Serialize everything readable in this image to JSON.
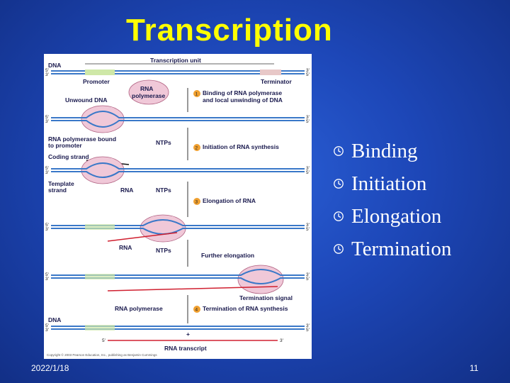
{
  "slide": {
    "title": "Transcription",
    "date": "2022/1/18",
    "page_number": "11",
    "bullet_icon": "clock-icon",
    "bullets": [
      "Binding",
      "Initiation",
      "Elongation",
      "Termination"
    ],
    "colors": {
      "title": "#ffff00",
      "background": "#1d47b8",
      "text": "#ffffff"
    }
  },
  "figure": {
    "transcription_unit": "Transcription unit",
    "dna": "DNA",
    "promoter": "Promoter",
    "terminator": "Terminator",
    "rna_polymerase": "RNA polymerase",
    "rna_polymerase_line1": "RNA",
    "rna_polymerase_line2": "polymerase",
    "unwound_dna": "Unwound DNA",
    "step1_number": "1",
    "step1_line1": "Binding of RNA polymerase",
    "step1_line2": "and local unwinding of DNA",
    "bound_line1": "RNA polymerase bound",
    "bound_line2": "to promoter",
    "ntps": "NTPs",
    "step2_number": "2",
    "step2_label": "Initiation of RNA synthesis",
    "coding_strand": "Coding strand",
    "template_line1": "Template",
    "template_line2": "strand",
    "rna": "RNA",
    "step3_number": "3",
    "step3_label": "Elongation of RNA",
    "further_elongation": "Further elongation",
    "termination_signal": "Termination signal",
    "step4_number": "4",
    "step4_label": "Termination of RNA synthesis",
    "plus": "+",
    "rna_transcript": "RNA transcript",
    "five_prime": "5'",
    "three_prime": "3'",
    "copyright": "Copyright © 2003 Pearson Education, Inc., publishing as Benjamin Cummings"
  }
}
